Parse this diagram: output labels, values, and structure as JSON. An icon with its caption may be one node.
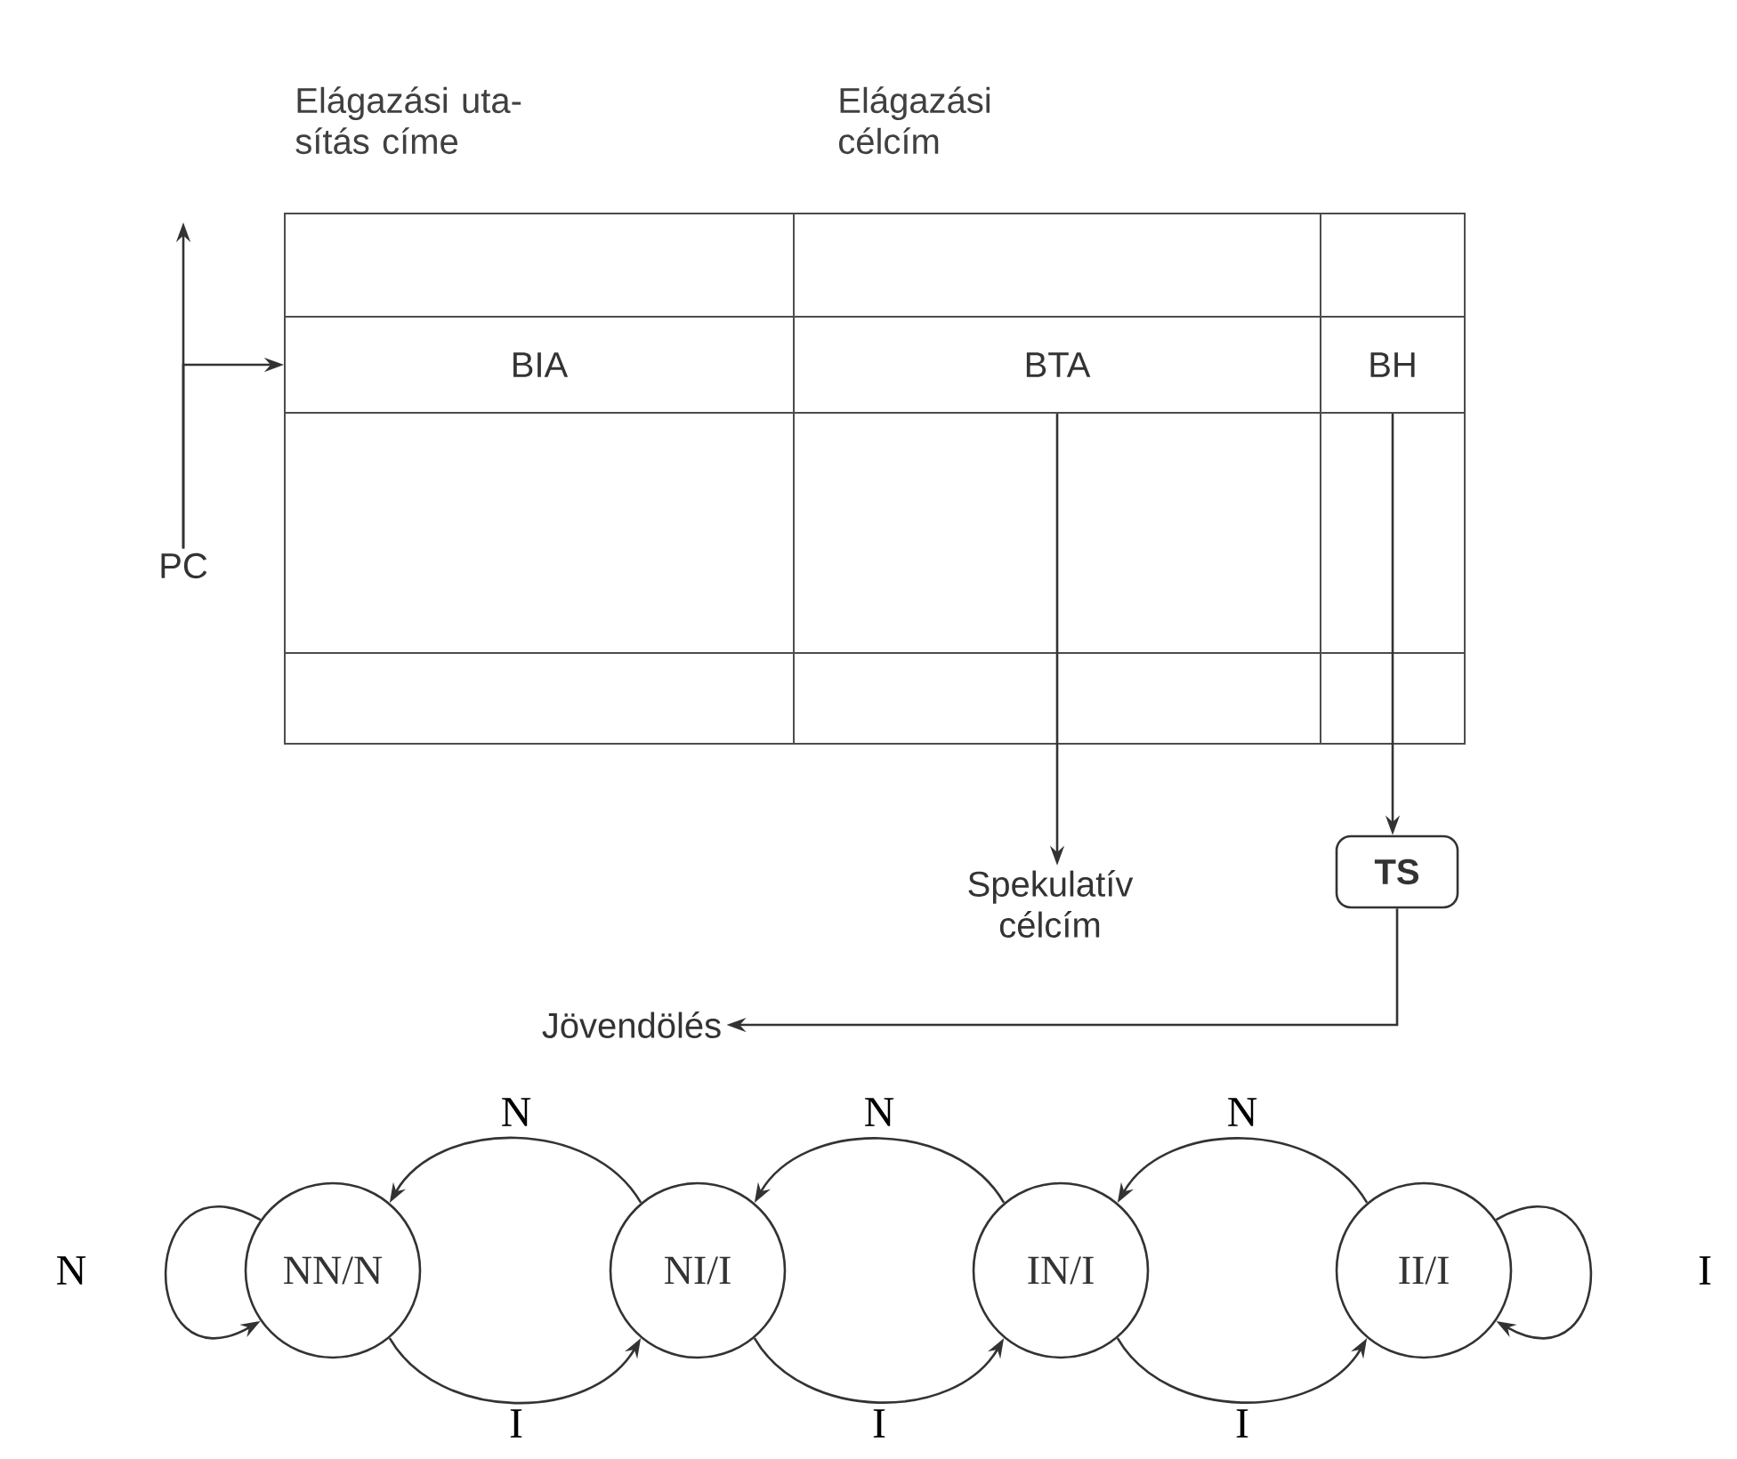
{
  "diagram": {
    "nodes": [
      {
        "text": [
          "PC"
        ]
      },
      {
        "text": [
          "BIA"
        ]
      },
      {
        "text": [
          "BTA"
        ]
      },
      {
        "text": [
          "BH"
        ]
      },
      {
        "text": [
          "Spekulatív célcím"
        ]
      },
      {
        "text": [
          "TS"
        ]
      },
      {
        "text": [
          "Jövendölés"
        ]
      },
      {
        "text": [
          "NN/N"
        ]
      },
      {
        "text": [
          "NI/I"
        ]
      },
      {
        "text": [
          "IN/I"
        ]
      },
      {
        "text": [
          "II/I"
        ]
      }
    ],
    "edges": [
      {
        "from": 0,
        "to": null,
        "arrow": "to"
      },
      {
        "from": 0,
        "to": 1,
        "arrow": "to"
      },
      {
        "from": 2,
        "to": 4,
        "arrow": "to"
      },
      {
        "from": 3,
        "to": 5,
        "arrow": "to"
      },
      {
        "from": 5,
        "to": 6,
        "arrow": "to"
      },
      {
        "from": 7,
        "to": 7,
        "arrow": "to",
        "label": "N"
      },
      {
        "from": 8,
        "to": 7,
        "arrow": "to",
        "label": "N"
      },
      {
        "from": 9,
        "to": 8,
        "arrow": "to",
        "label": "N"
      },
      {
        "from": 10,
        "to": 9,
        "arrow": "to",
        "label": "N"
      },
      {
        "from": 7,
        "to": 8,
        "arrow": "to",
        "label": "I"
      },
      {
        "from": 8,
        "to": 9,
        "arrow": "to",
        "label": "I"
      },
      {
        "from": 9,
        "to": 10,
        "arrow": "to",
        "label": "I"
      },
      {
        "from": 10,
        "to": 10,
        "arrow": "to",
        "label": "I"
      }
    ],
    "labels": [
      "Elágazási uta- sítás címe",
      "Elágazási célcím"
    ]
  }
}
